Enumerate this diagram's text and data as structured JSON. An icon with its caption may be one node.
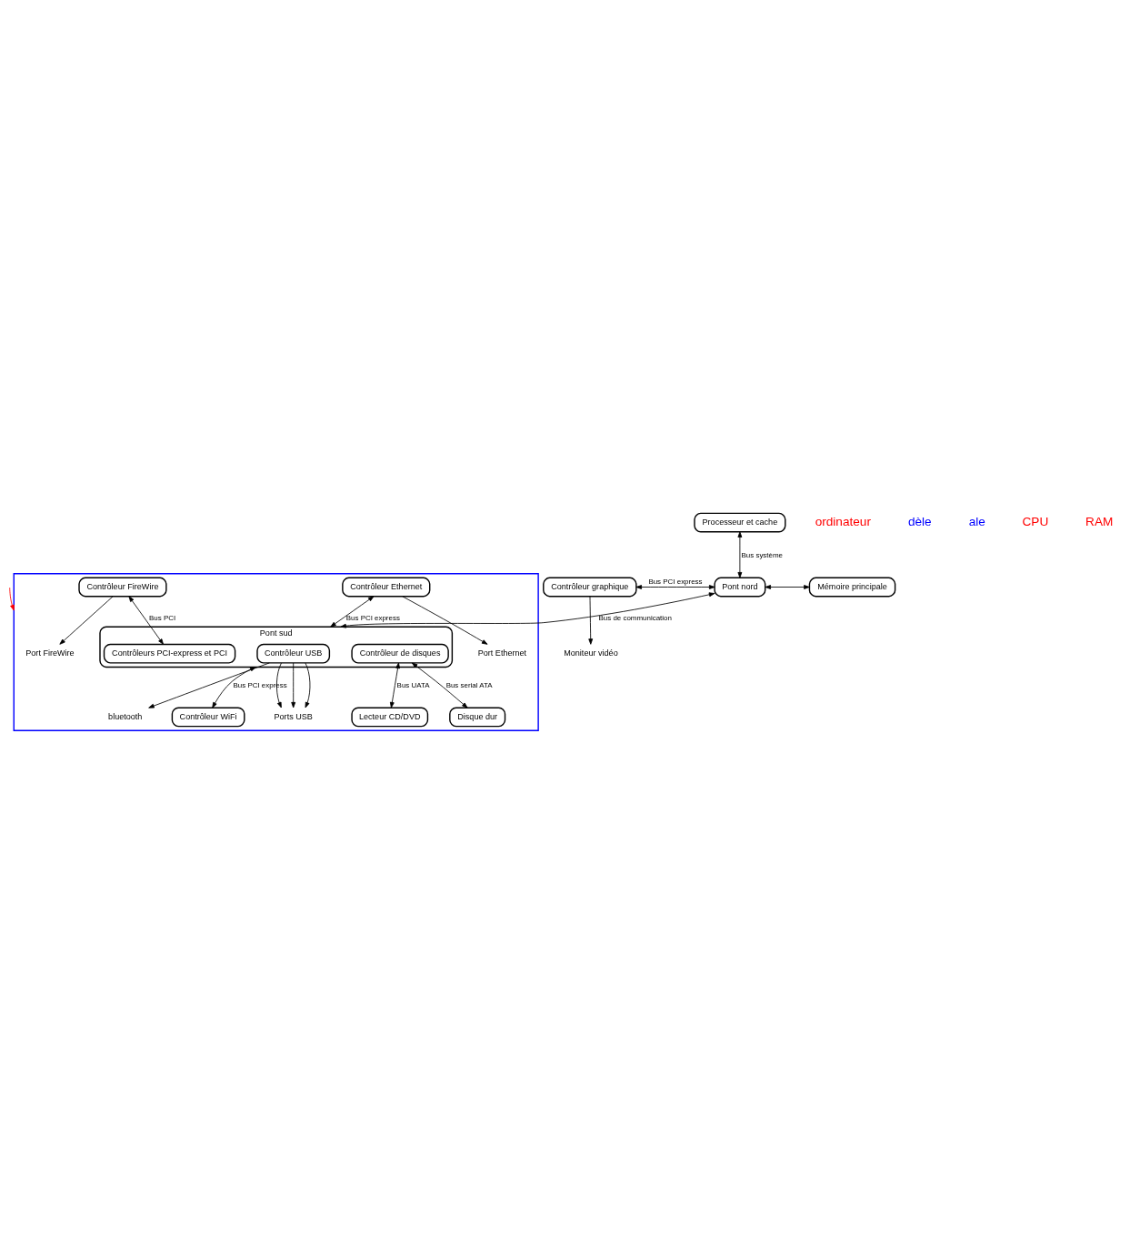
{
  "diagram": {
    "nodes": [
      {
        "text": [
          "Processeur et cache"
        ]
      },
      {
        "text": [
          "Contrôleur graphique"
        ]
      },
      {
        "text": [
          "Pont nord"
        ]
      },
      {
        "text": [
          "Mémoire principale"
        ]
      },
      {
        "text": [
          "Moniteur vidéo"
        ]
      },
      {
        "text": [],
        "shape": "box"
      },
      {
        "text": [
          "Pont sud"
        ],
        "in": 5
      },
      {
        "text": [
          "Contrôleur USB"
        ],
        "in": 6
      },
      {
        "text": [
          "Contrôleur de disques"
        ],
        "in": 6
      },
      {
        "text": [
          "Contrôleurs PCI-express et PCI"
        ],
        "in": 6
      },
      {
        "text": [
          "Ports USB"
        ],
        "in": 5
      },
      {
        "text": [
          "bluetooth"
        ],
        "in": 5
      },
      {
        "text": [
          "Port Ethernet"
        ],
        "in": 5
      },
      {
        "text": [
          "Contrôleur Ethernet"
        ],
        "in": 5
      },
      {
        "text": [
          "Contrôleur FireWire"
        ],
        "in": 5
      },
      {
        "text": [
          "Port FireWire"
        ],
        "in": 5
      },
      {
        "text": [
          "Contrôleur WiFi"
        ],
        "in": 5
      },
      {
        "text": [
          "Lecteur CD/DVD"
        ],
        "in": 5
      },
      {
        "text": [
          "Disque dur"
        ],
        "in": 5
      }
    ],
    "edges": [
      {
        "from": 0,
        "to": 2,
        "arrow": "both",
        "label": "Bus système"
      },
      {
        "from": 1,
        "to": 2,
        "arrow": "both",
        "label": "Bus PCI express"
      },
      {
        "from": 2,
        "to": 3,
        "arrow": "both"
      },
      {
        "from": 1,
        "to": 4,
        "arrow": "to"
      },
      {
        "from": 2,
        "to": 6,
        "arrow": "both",
        "label": "Bus de communication"
      },
      {
        "from": null,
        "to": 5,
        "arrow": "to",
        "color": "#ff0000"
      },
      {
        "from": 7,
        "to": 10,
        "arrow": "to"
      },
      {
        "from": 7,
        "to": 10,
        "arrow": "to"
      },
      {
        "from": 7,
        "to": 10,
        "arrow": "to"
      },
      {
        "from": 7,
        "to": 11,
        "arrow": "to"
      },
      {
        "from": 13,
        "to": 12,
        "arrow": "to"
      },
      {
        "from": 13,
        "to": 6,
        "arrow": "both",
        "label": "Bus PCI express"
      },
      {
        "from": 14,
        "to": 9,
        "arrow": "both",
        "label": "Bus PCI"
      },
      {
        "from": 14,
        "to": 15,
        "arrow": "to"
      },
      {
        "from": 6,
        "to": 16,
        "arrow": "both",
        "label": "Bus PCI express"
      },
      {
        "from": 8,
        "to": 17,
        "arrow": "both",
        "label": "Bus UATA"
      },
      {
        "from": 8,
        "to": 18,
        "arrow": "both",
        "label": "Bus serial ATA"
      }
    ],
    "labels": [
      "ordinateur",
      "dèle",
      "ale",
      "CPU",
      "RAM"
    ]
  }
}
